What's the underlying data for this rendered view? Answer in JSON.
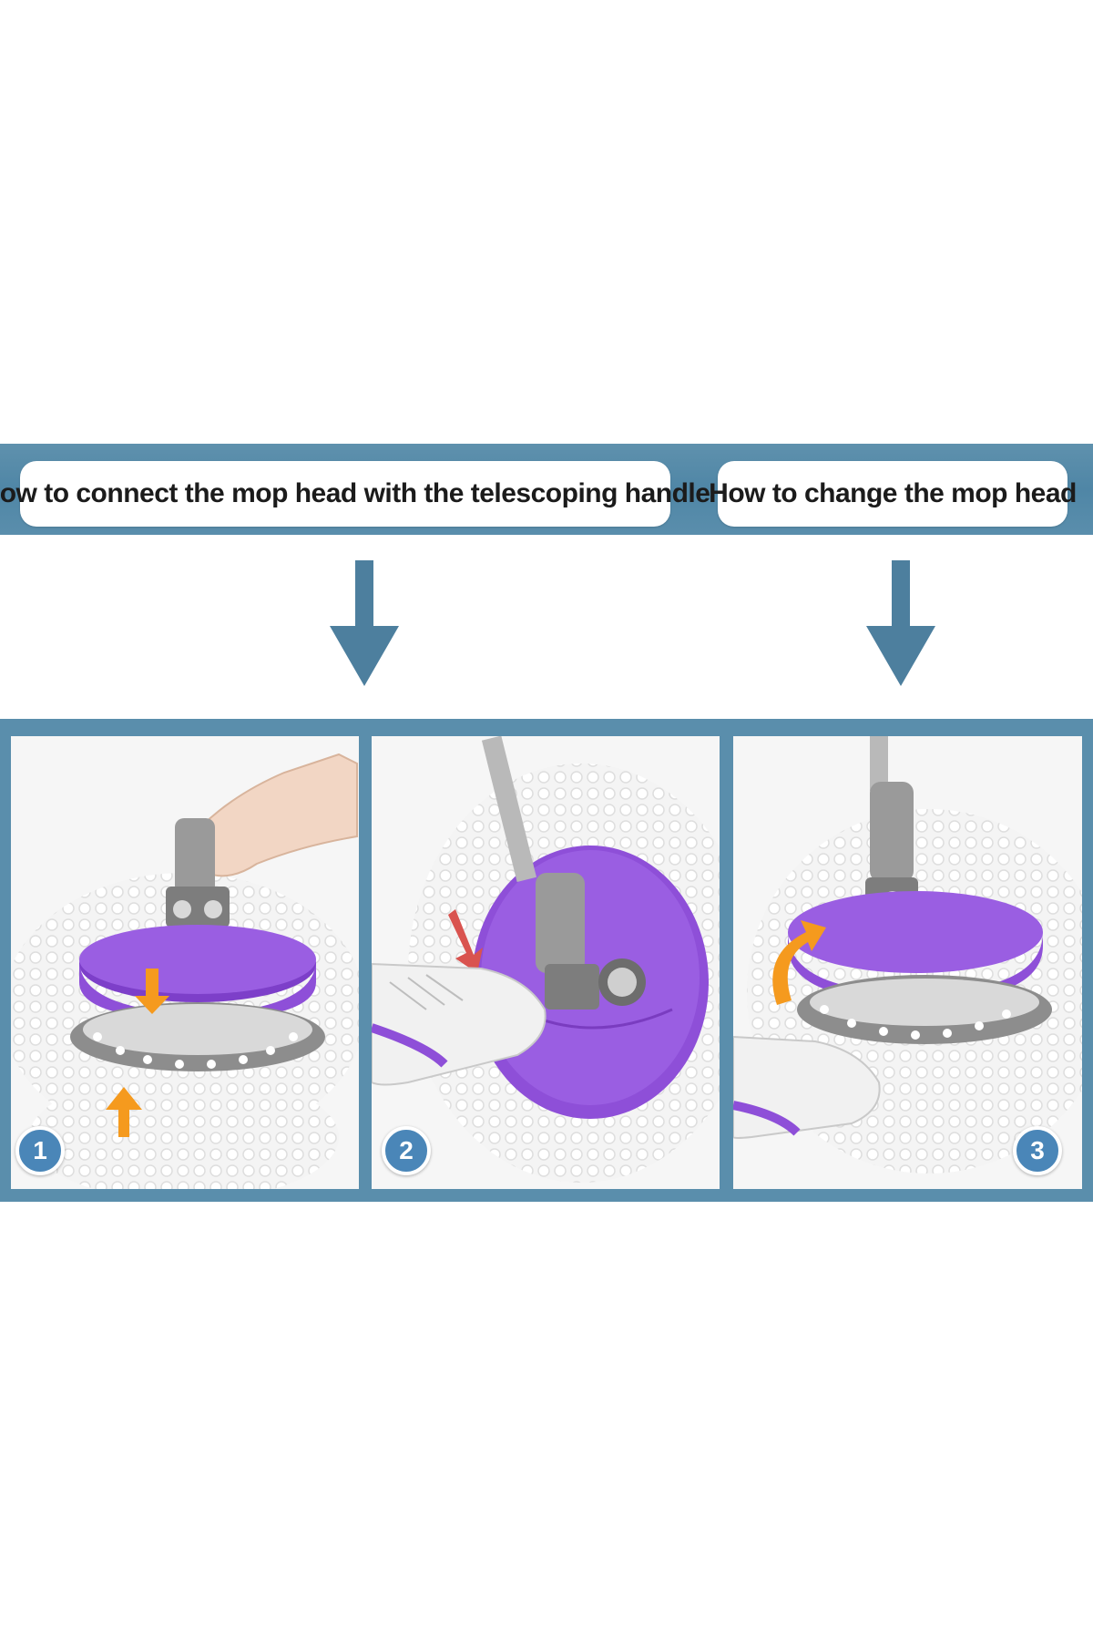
{
  "header": {
    "left_title": "How to connect the mop head with the telescoping handle",
    "right_title": "How to change the mop head"
  },
  "steps": [
    {
      "number": "1"
    },
    {
      "number": "2"
    },
    {
      "number": "3"
    }
  ],
  "colors": {
    "band_blue": "#5a8eac",
    "arrow_blue": "#4d7f9e",
    "badge_blue": "#4a86b8",
    "mop_purple": "#8e4fd8",
    "hint_orange": "#f59a1e",
    "hint_red": "#d9534f"
  },
  "icons": [
    "down-arrow-icon",
    "step-badge"
  ]
}
